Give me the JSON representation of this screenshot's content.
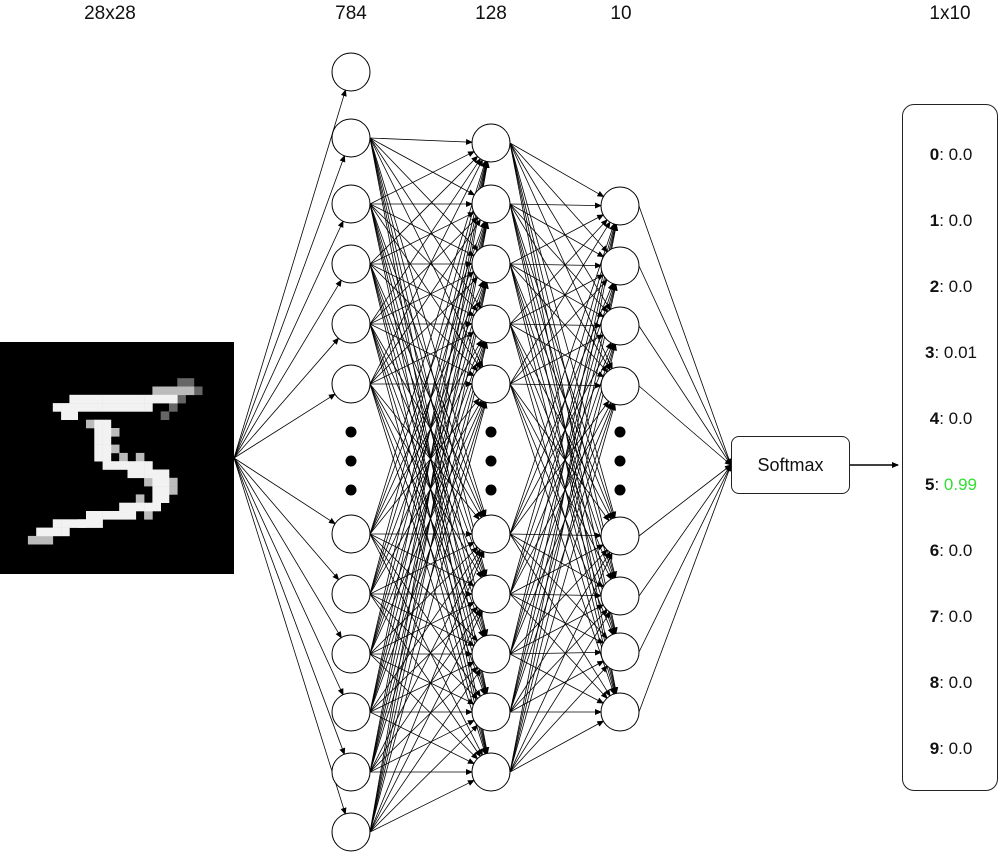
{
  "layer_labels": {
    "image": "28x28",
    "input": "784",
    "hidden": "128",
    "output": "10",
    "result": "1x10"
  },
  "softmax_label": "Softmax",
  "highlight_color": "#33dd33",
  "outputs": [
    {
      "digit": "0",
      "value": "0.0",
      "highlight": false
    },
    {
      "digit": "1",
      "value": "0.0",
      "highlight": false
    },
    {
      "digit": "2",
      "value": "0.0",
      "highlight": false
    },
    {
      "digit": "3",
      "value": "0.01",
      "highlight": false
    },
    {
      "digit": "4",
      "value": "0.0",
      "highlight": false
    },
    {
      "digit": "5",
      "value": "0.99",
      "highlight": true
    },
    {
      "digit": "6",
      "value": "0.0",
      "highlight": false
    },
    {
      "digit": "7",
      "value": "0.0",
      "highlight": false
    },
    {
      "digit": "8",
      "value": "0.0",
      "highlight": false
    },
    {
      "digit": "9",
      "value": "0.0",
      "highlight": false
    }
  ]
}
